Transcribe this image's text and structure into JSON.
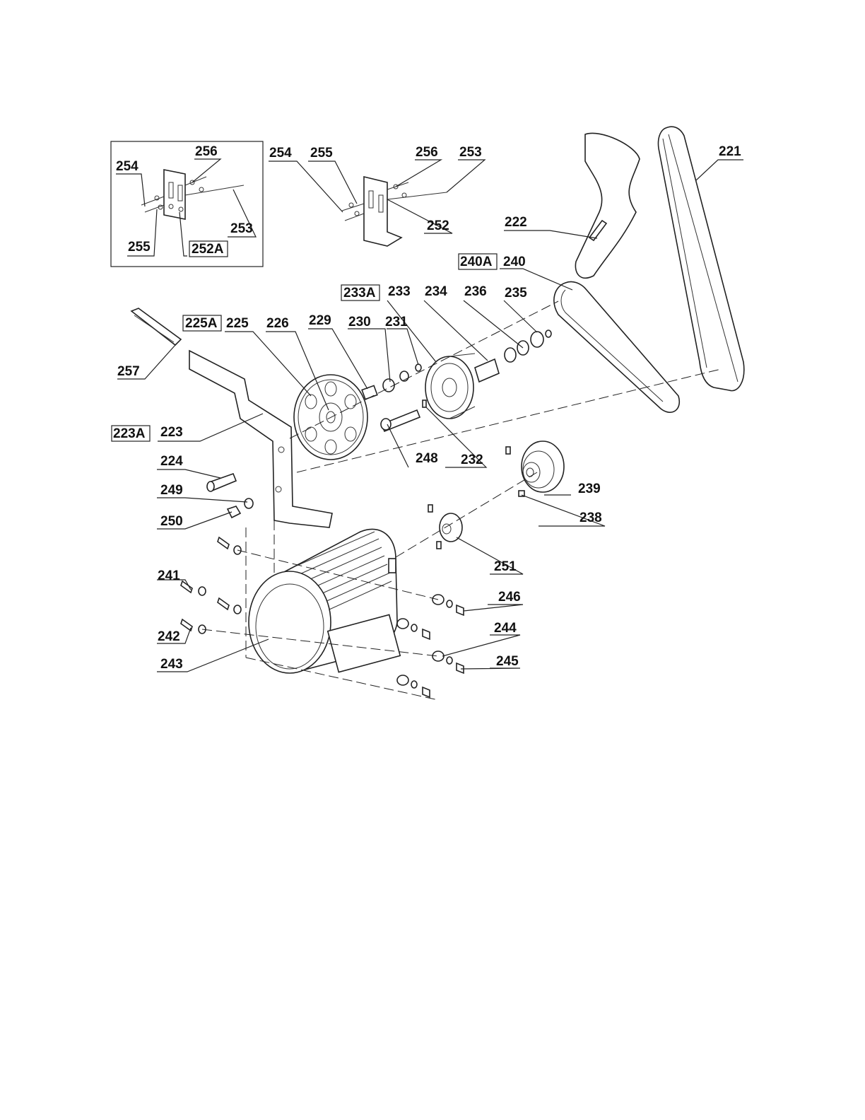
{
  "callouts": {
    "c221": "221",
    "c222": "222",
    "c223": "223",
    "c223A": "223A",
    "c224": "224",
    "c225": "225",
    "c225A": "225A",
    "c226": "226",
    "c229": "229",
    "c230": "230",
    "c231": "231",
    "c232": "232",
    "c233": "233",
    "c233A": "233A",
    "c234": "234",
    "c235": "235",
    "c236": "236",
    "c238": "238",
    "c239": "239",
    "c240": "240",
    "c240A": "240A",
    "c241": "241",
    "c242": "242",
    "c243": "243",
    "c244": "244",
    "c245": "245",
    "c246": "246",
    "c248": "248",
    "c249": "249",
    "c250": "250",
    "c251": "251",
    "c252": "252",
    "c252A": "252A",
    "c253a": "253",
    "c253b": "253",
    "c254a": "254",
    "c254b": "254",
    "c255a": "255",
    "c255b": "255",
    "c256a": "256",
    "c256b": "256",
    "c257": "257"
  }
}
